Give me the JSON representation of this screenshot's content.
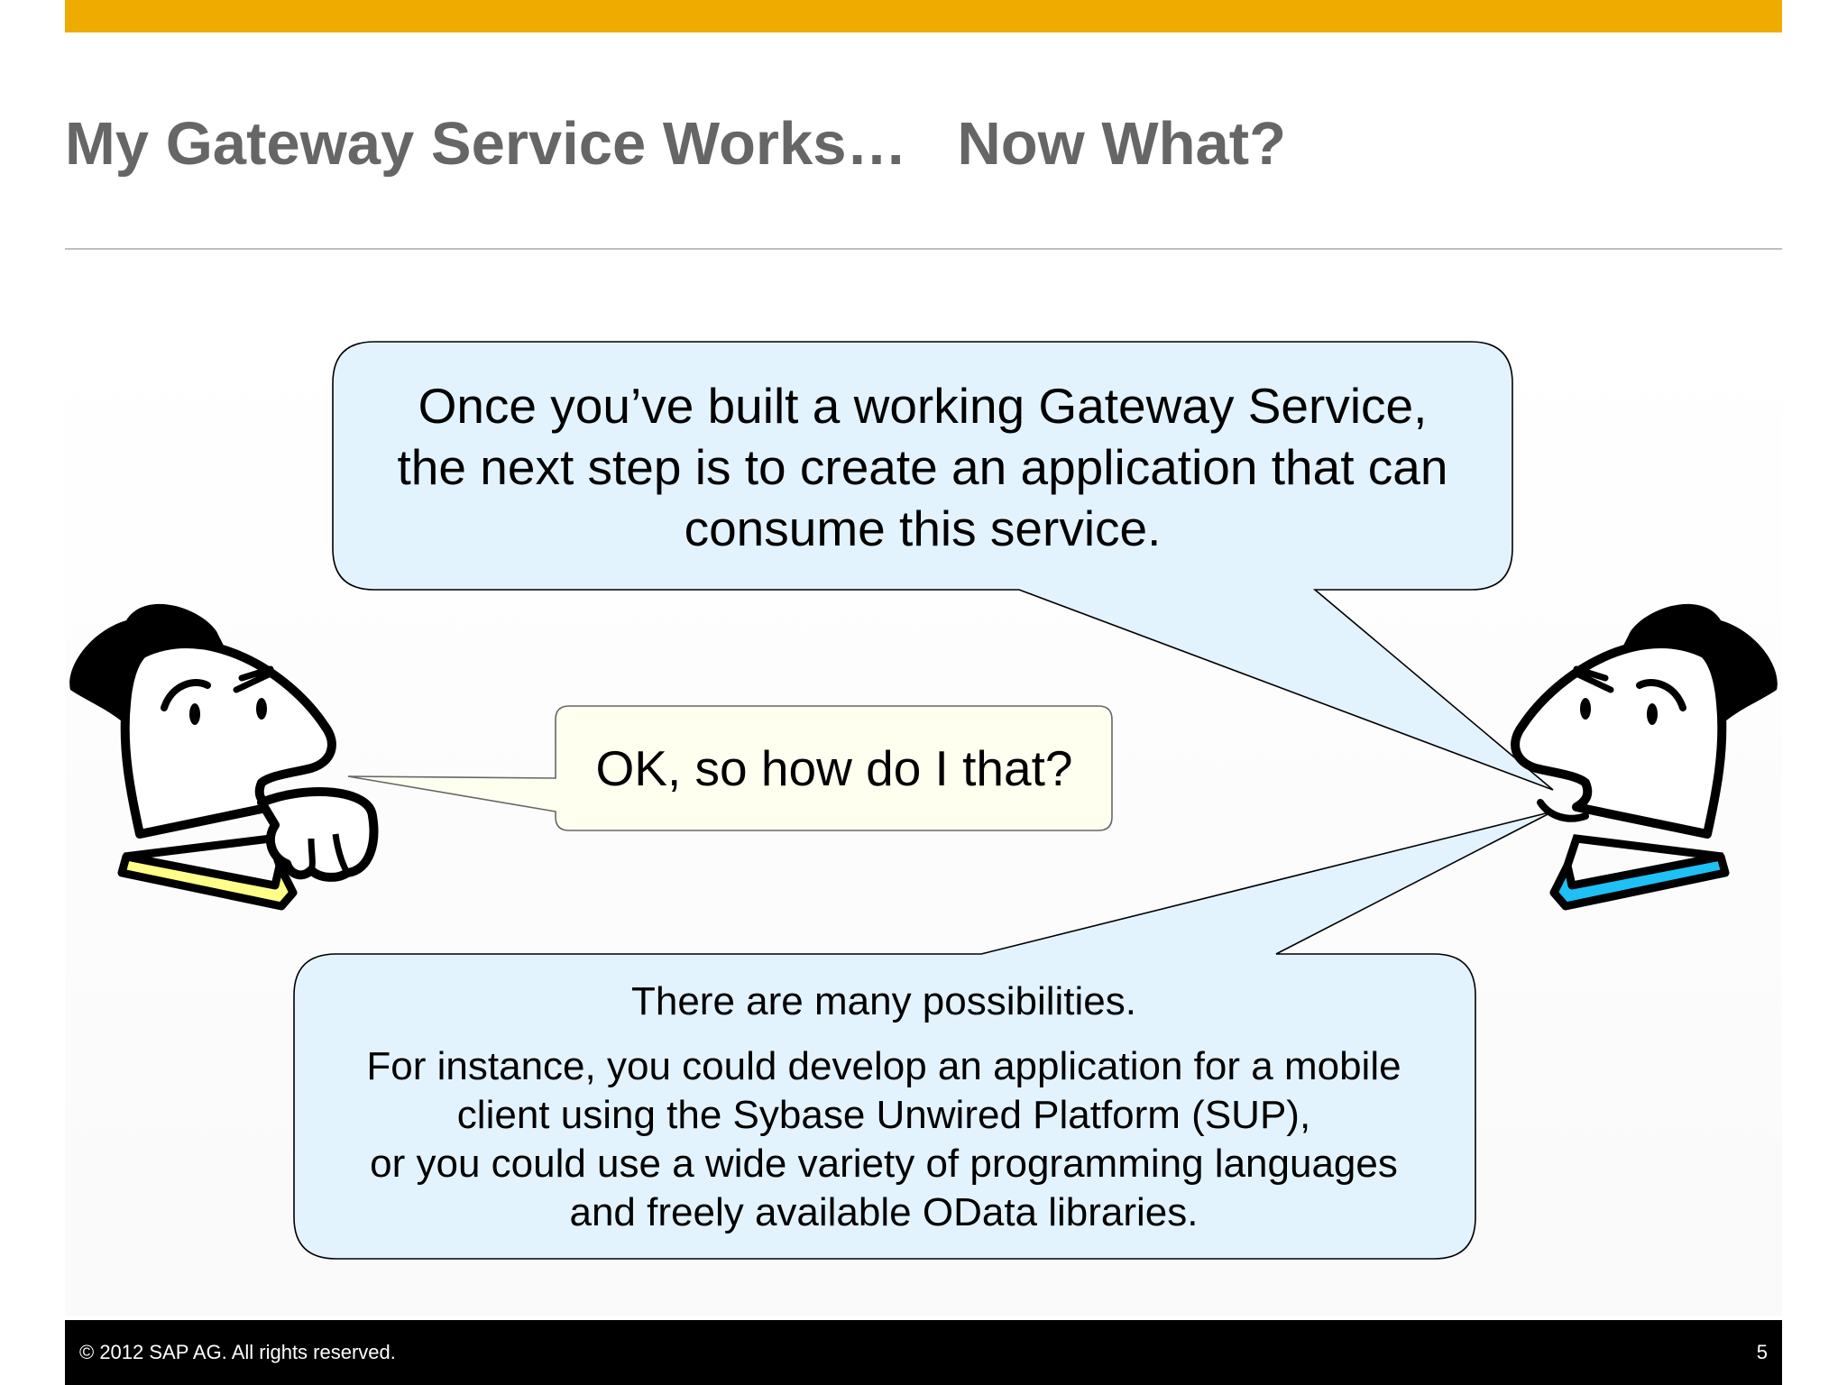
{
  "slide": {
    "title": "My Gateway Service Works…   Now What?",
    "bubble_top": {
      "lines": [
        "Once you’ve built a working Gateway Service,",
        "the next step is to create an application that can",
        "consume this service."
      ]
    },
    "bubble_middle": {
      "text": "OK, so how do I that?"
    },
    "bubble_bottom": {
      "first": "There are many possibilities.",
      "lines": [
        "For instance, you could develop an application for a mobile",
        "client using the Sybase Unwired Platform (SUP),",
        "or you could use a wide variety of programming languages",
        "and freely available OData libraries."
      ]
    },
    "characters": {
      "left_shirt_color": "#ffff88",
      "right_shirt_color": "#1ec0f5"
    },
    "colors": {
      "accent_bar": "#f0ab00",
      "title": "#666666",
      "bubble_blue": "#e3f3fd",
      "bubble_cream": "#fffff0"
    }
  },
  "footer": {
    "copyright": "©  2012 SAP AG. All rights reserved.",
    "page_number": "5"
  }
}
